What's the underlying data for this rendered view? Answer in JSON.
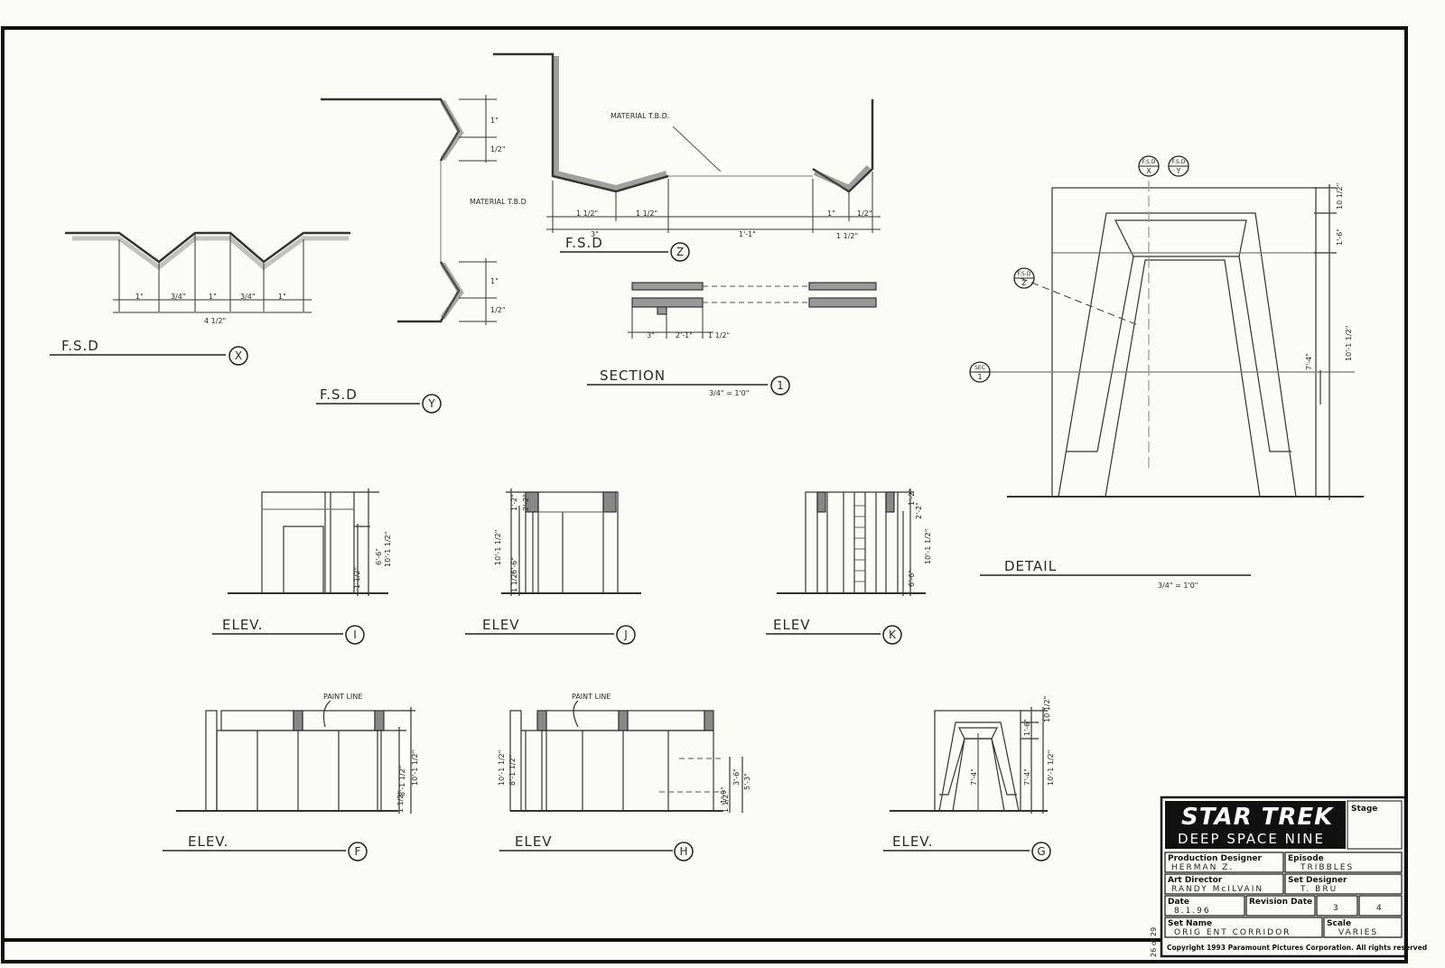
{
  "views": {
    "fsd_x": {
      "title": "F.S.D",
      "tag": "X",
      "dims": [
        "1\"",
        "3/4\"",
        "1\"",
        "3/4\"",
        "1\""
      ],
      "total": "4 1/2\""
    },
    "fsd_y": {
      "title": "F.S.D",
      "tag": "Y",
      "material": "MATERIAL T.B.D",
      "dims": [
        "1\"",
        "1/2\"",
        "1\"",
        "1/2\""
      ]
    },
    "fsd_z": {
      "title": "F.S.D",
      "tag": "Z",
      "material": "MATERIAL T.B.D.",
      "dims": [
        "1 1/2\"",
        "1 1/2\"",
        "3\"",
        "1'-1\"",
        "1\"",
        "1/2\"",
        "1 1/2\""
      ]
    },
    "section_1": {
      "title": "SECTION",
      "tag": "1",
      "scale": "3/4\" = 1'0\"",
      "dims": [
        "3\"",
        "2'-1\"",
        "1 1/2\""
      ]
    },
    "detail": {
      "title": "DETAIL",
      "scale": "3/4\" = 1'0\"",
      "dims": [
        "10 1/2\"",
        "1'-6\"",
        "7'-4\"",
        "10'-1 1/2\""
      ],
      "markers": [
        {
          "top": "F.S.D",
          "bottom": "X"
        },
        {
          "top": "F.S.D",
          "bottom": "Y"
        },
        {
          "top": "F.S.D",
          "bottom": "Z"
        },
        {
          "top": "SEC",
          "bottom": "1"
        }
      ]
    },
    "elev_i": {
      "title": "ELEV.",
      "tag": "I",
      "dims": [
        "6'-6\"",
        "10'-1 1/2\"",
        "1 1/2\""
      ]
    },
    "elev_j": {
      "title": "ELEV",
      "tag": "J",
      "dims": [
        "1'-2\"",
        "2'-2\"",
        "10'-1 1/2\"",
        "6'-6\"",
        "1 1/2\""
      ]
    },
    "elev_k": {
      "title": "ELEV",
      "tag": "K",
      "dims": [
        "1'-2\"",
        "2'-2\"",
        "10'-1 1/2\"",
        "6'-6\""
      ]
    },
    "elev_f": {
      "title": "ELEV.",
      "tag": "F",
      "paint": "PAINT LINE",
      "dims": [
        "8'-1 1/2\"",
        "10'-1 1/2\"",
        "1 1/2\""
      ]
    },
    "elev_h": {
      "title": "ELEV",
      "tag": "H",
      "paint": "PAINT LINE",
      "dims": [
        "10'-1 1/2\"",
        "8'-1 1/2\"",
        "1'-9\"",
        "3'-6\"",
        "5'-3\"",
        "1 1/2\""
      ]
    },
    "elev_g": {
      "title": "ELEV.",
      "tag": "G",
      "dims": [
        "10 1/2\"",
        "1'-6\"",
        "7'-4\"",
        "7'-4\"",
        "10'-1 1/2\""
      ]
    }
  },
  "title_block": {
    "brand_line1": "STAR TREK",
    "brand_line2": "DEEP SPACE NINE",
    "stage_label": "Stage",
    "production_designer_label": "Production Designer",
    "production_designer": "HERMAN Z.",
    "episode_label": "Episode",
    "episode": "TRIBBLES",
    "art_director_label": "Art Director",
    "art_director": "RANDY McILVAIN",
    "set_designer_label": "Set Designer",
    "set_designer": "T. BRU",
    "date_label": "Date",
    "date": "8.1.96",
    "revision_label": "Revision Date",
    "sheet_no": "3",
    "sheet_of": "4",
    "set_name_label": "Set Name",
    "set_name": "ORIG ENT CORRIDOR",
    "scale_label": "Scale",
    "scale": "VARIES",
    "copyright": "Copyright 1993 Paramount Pictures Corporation. All rights reserved",
    "page_count": "26 of 29"
  }
}
